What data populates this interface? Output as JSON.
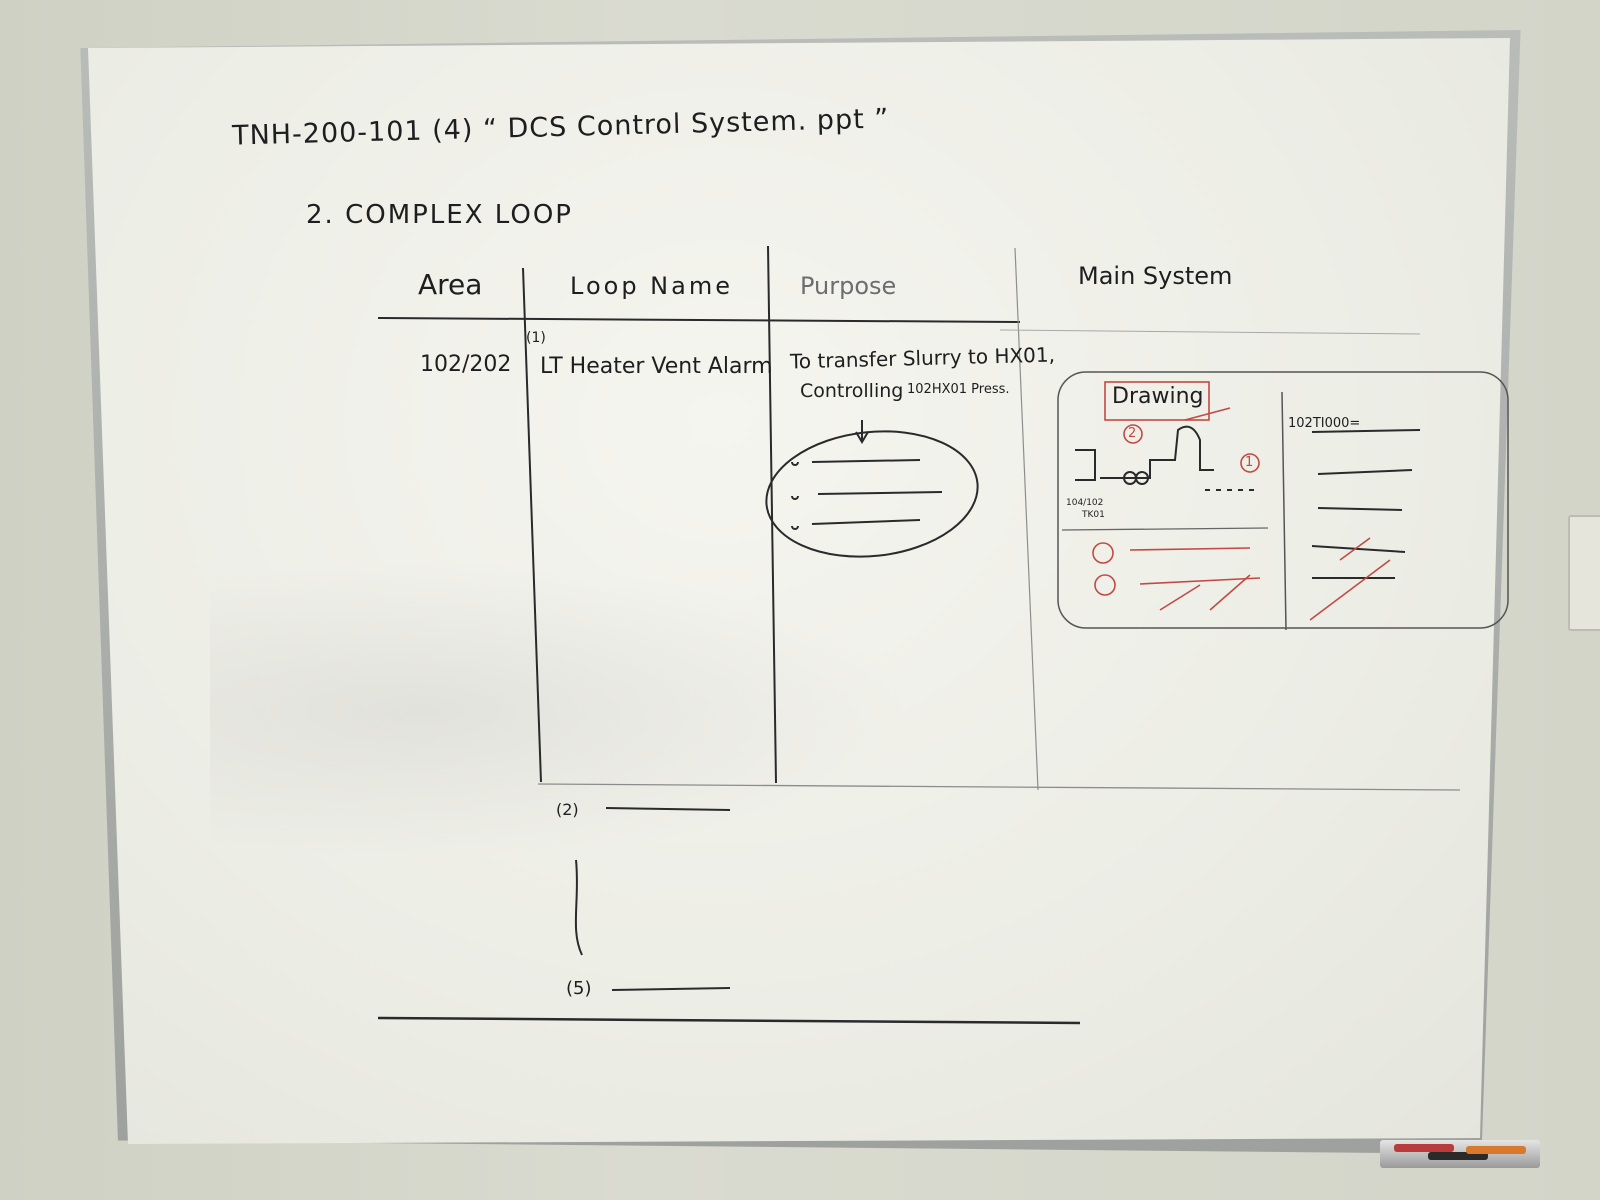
{
  "board": {
    "title": "TNH-200-101 (4) “ DCS Control System. ppt ”",
    "heading": "2. COMPLEX LOOP",
    "columns": [
      "Area",
      "Loop Name",
      "Purpose",
      "Main System"
    ],
    "row1": {
      "index": "(1)",
      "area": "102/202",
      "loop_name": "LT Heater Vent Alarm",
      "purpose_line1": "To transfer Slurry to HX01,",
      "purpose_line2": "Controlling",
      "purpose_tag": "102HX01 Press."
    },
    "main_system": {
      "drawing_label": "Drawing",
      "tag": "102TI000=",
      "equipment_label_1": "104/102",
      "equipment_label_2": "TK01",
      "circle_1": "1",
      "circle_2": "2"
    },
    "row2_index": "(2)",
    "row5_index": "(5)"
  },
  "colors": {
    "ink": "#1e1e20",
    "red_ink": "#c24a45",
    "board": "#f2f2ec",
    "frame": "#a7aaa7"
  }
}
